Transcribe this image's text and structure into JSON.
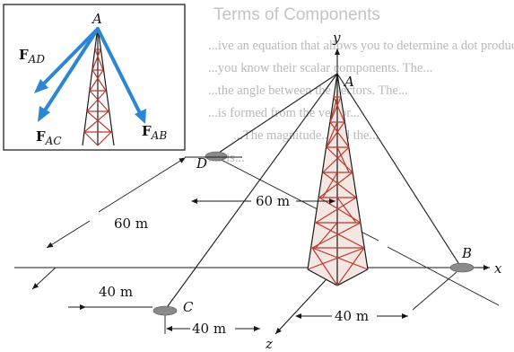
{
  "background": {
    "heading": "Terms of Components",
    "lines": [
      "...ive an equation that allows you to determine a dot product",
      "...you know their scalar components. The...",
      "...the angle between the vectors. The...",
      "...is formed from the vector...",
      "...The magnitude...and the...",
      "...s is..."
    ]
  },
  "inset": {
    "point_label": "A",
    "vectors": [
      {
        "sym": "F",
        "sub": "AD"
      },
      {
        "sym": "F",
        "sub": "AC"
      },
      {
        "sym": "F",
        "sub": "AB"
      }
    ],
    "vector_color": "#2c86d4"
  },
  "main": {
    "axis_y": "y",
    "axis_x": "x",
    "axis_z": "z",
    "point_A": "A",
    "point_B": "B",
    "point_C": "C",
    "point_D": "D",
    "dims": {
      "top_60": "60 m",
      "left_60": "60 m",
      "left_40": "40 m",
      "bottom_40_left": "40 m",
      "bottom_40_right": "40 m"
    },
    "tower_color": "#b83a2b"
  }
}
